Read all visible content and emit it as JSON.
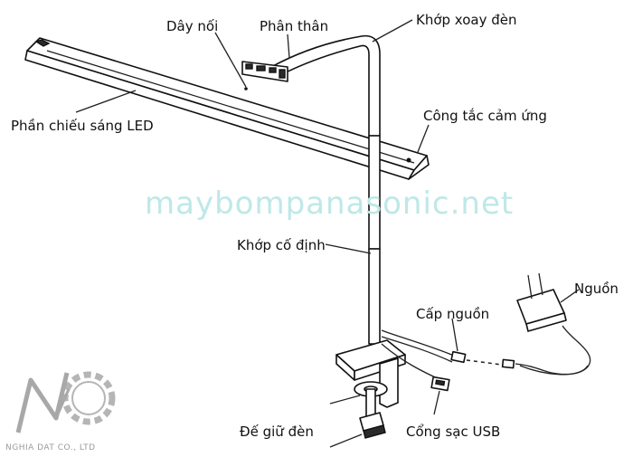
{
  "diagram": {
    "labels": {
      "day_noi": "Dây nối",
      "phan_than": "Phân thân",
      "khop_xoay_den": "Khớp xoay đèn",
      "phan_chieu_sang": "Phần chiếu sáng LED",
      "cong_tac": "Công tắc cảm ứng",
      "khop_co_dinh": "Khớp cố định",
      "nguon": "Nguồn",
      "cap_nguon": "Cấp nguồn",
      "de_giu_den": "Đế giữ đèn",
      "cong_sac_usb": "Cổng sạc USB"
    },
    "watermark": "maybompanasonic.net",
    "logo_caption": "NGHIA DAT CO., LTD"
  }
}
